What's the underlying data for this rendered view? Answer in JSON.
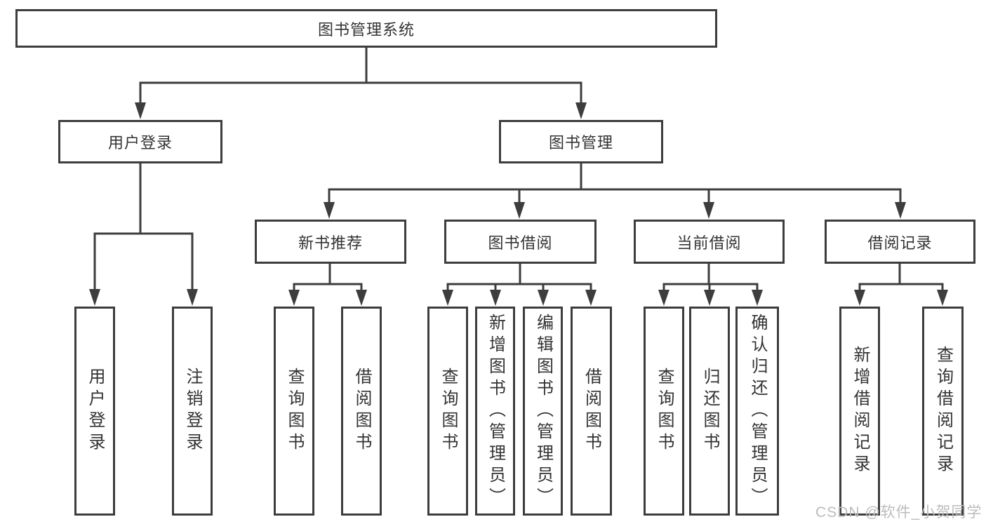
{
  "diagram": {
    "colors": {
      "line": "#3d3d3d",
      "text": "#333333",
      "watermark": "#bcbcbc"
    },
    "nodes": {
      "root": {
        "label": "图书管理系统"
      },
      "user_login": {
        "label": "用户登录"
      },
      "book_management": {
        "label": "图书管理"
      },
      "new_book_recommend": {
        "label": "新书推荐"
      },
      "book_borrowing": {
        "label": "图书借阅"
      },
      "current_borrowing": {
        "label": "当前借阅"
      },
      "borrowing_records": {
        "label": "借阅记录"
      }
    },
    "leaves": {
      "user_login": {
        "label": "用户登录"
      },
      "logout": {
        "label": "注销登录"
      },
      "nb_query_books": {
        "label": "查询图书"
      },
      "nb_borrow_books": {
        "label": "借阅图书"
      },
      "bb_query_books": {
        "label": "查询图书"
      },
      "bb_add_books": {
        "label": "新增图书（管理员）"
      },
      "bb_edit_books": {
        "label": "编辑图书（管理员）"
      },
      "bb_borrow_books": {
        "label": "借阅图书"
      },
      "cb_query_books": {
        "label": "查询图书"
      },
      "cb_return_books": {
        "label": "归还图书"
      },
      "cb_confirm_return": {
        "label": "确认归还（管理员）"
      },
      "br_add_record": {
        "label": "新增借阅记录"
      },
      "br_query_record": {
        "label": "查询借阅记录"
      }
    }
  },
  "watermark": {
    "text": "CSDN @软件_小贺同学"
  }
}
